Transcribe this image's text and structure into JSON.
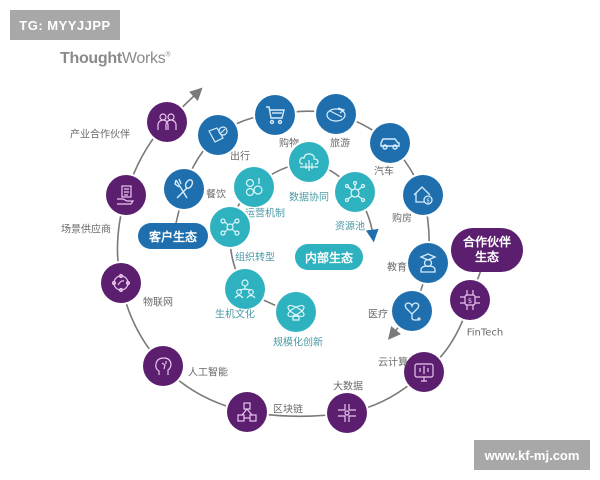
{
  "watermarks": {
    "top": "TG: MYYJJPP",
    "bottom": "www.kf-mj.com"
  },
  "logo": {
    "bold": "Thought",
    "light": "Works",
    "mark": "®"
  },
  "colors": {
    "partner": "#5c1e6e",
    "customer": "#1f6fae",
    "internal": "#2eb2bf",
    "line": "#7a7a7a"
  },
  "hubs": {
    "customer": "客户生态",
    "internal": "内部生态",
    "partner_line1": "合作伙伴",
    "partner_line2": "生态"
  },
  "partner_nodes": [
    {
      "label": "产业合作伙伴",
      "icon": "people-icon"
    },
    {
      "label": "场景供应商",
      "icon": "document-hand-icon"
    },
    {
      "label": "物联网",
      "icon": "iot-network-icon"
    },
    {
      "label": "人工智能",
      "icon": "ai-head-icon"
    },
    {
      "label": "区块链",
      "icon": "blockchain-cubes-icon"
    },
    {
      "label": "大数据",
      "icon": "big-data-icon"
    },
    {
      "label": "云计算",
      "icon": "cloud-computer-icon"
    },
    {
      "label": "FinTech",
      "icon": "fintech-chip-icon"
    }
  ],
  "customer_nodes": [
    {
      "label": "出行",
      "icon": "travel-map-icon"
    },
    {
      "label": "购物",
      "icon": "shopping-cart-icon"
    },
    {
      "label": "旅游",
      "icon": "airplane-globe-icon"
    },
    {
      "label": "汽车",
      "icon": "car-icon"
    },
    {
      "label": "购房",
      "icon": "house-dollar-icon"
    },
    {
      "label": "教育",
      "icon": "graduate-icon"
    },
    {
      "label": "医疗",
      "icon": "heart-stethoscope-icon"
    },
    {
      "label": "餐饮",
      "icon": "fork-spoon-icon"
    }
  ],
  "internal_nodes": [
    {
      "label": "运营机制",
      "icon": "gears-icon"
    },
    {
      "label": "数据协同",
      "icon": "cloud-data-icon"
    },
    {
      "label": "资源池",
      "icon": "network-hub-icon"
    },
    {
      "label": "组织转型",
      "icon": "org-network-icon"
    },
    {
      "label": "生机文化",
      "icon": "team-icon"
    },
    {
      "label": "规模化创新",
      "icon": "atom-bulb-icon"
    }
  ]
}
